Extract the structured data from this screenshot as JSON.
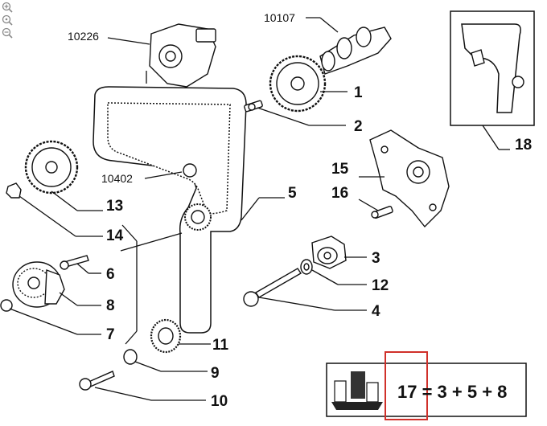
{
  "toolbar": {
    "zoom_in_icon": "zoom-in-icon",
    "zoom_out_icon": "zoom-out-icon",
    "zoom_reset_icon": "zoom-reset-icon"
  },
  "codes": {
    "c10226": "10226",
    "c10107": "10107",
    "c10402": "10402"
  },
  "labels": {
    "l1": "1",
    "l2": "2",
    "l3": "3",
    "l4": "4",
    "l5": "5",
    "l6": "6",
    "l7": "7",
    "l8": "8",
    "l9": "9",
    "l10": "10",
    "l11": "11",
    "l12": "12",
    "l13": "13",
    "l14": "14",
    "l15": "15",
    "l16": "16",
    "l18": "18"
  },
  "kit": {
    "formula": "17 = 3 + 5 + 8",
    "highlight_color": "#d0302a"
  }
}
